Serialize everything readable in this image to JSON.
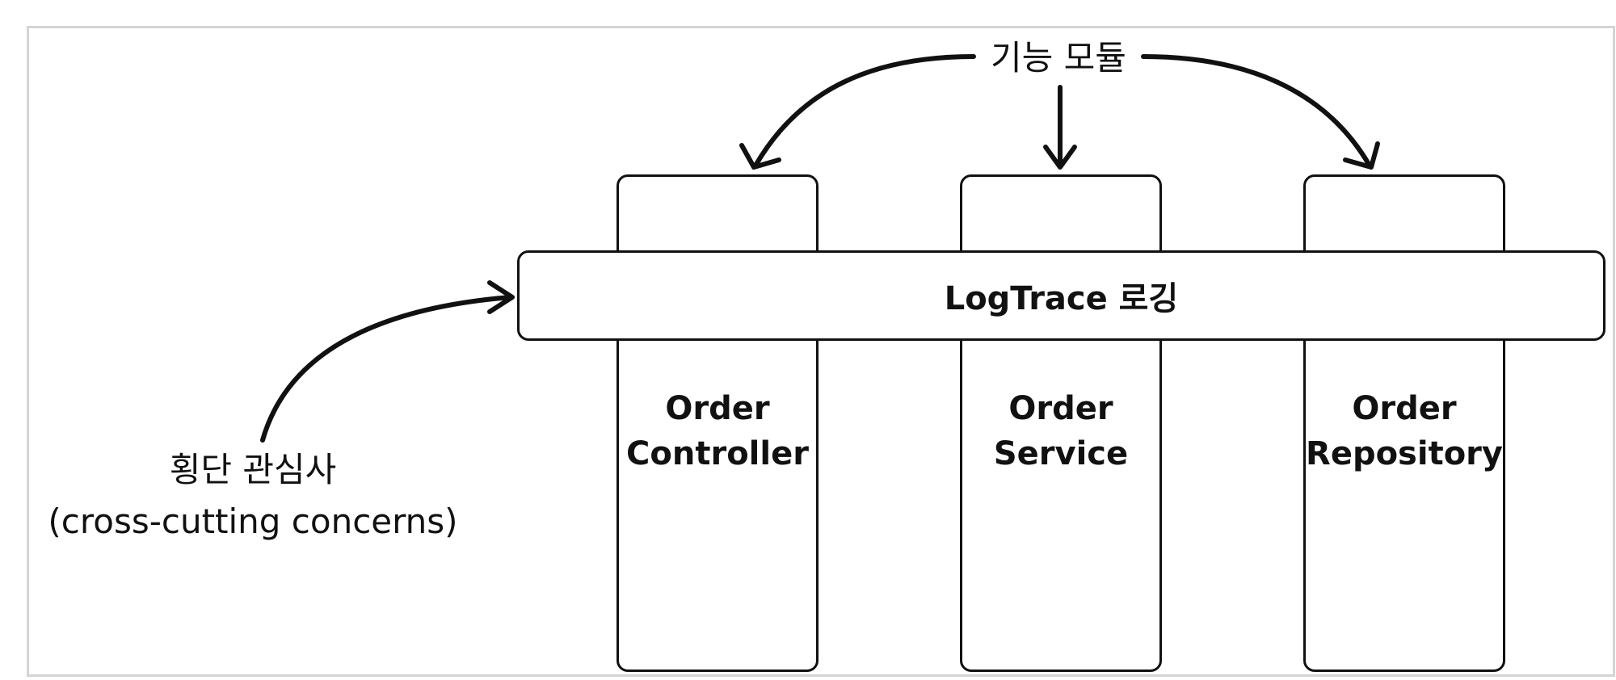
{
  "diagram": {
    "module_label": "기능 모듈",
    "bar_label": "LogTrace 로깅",
    "cross_label_ko": "횡단 관심사",
    "cross_label_en": "(cross-cutting concerns)",
    "columns": [
      {
        "line1": "Order",
        "line2": "Controller"
      },
      {
        "line1": "Order",
        "line2": "Service"
      },
      {
        "line1": "Order",
        "line2": "Repository"
      }
    ]
  }
}
